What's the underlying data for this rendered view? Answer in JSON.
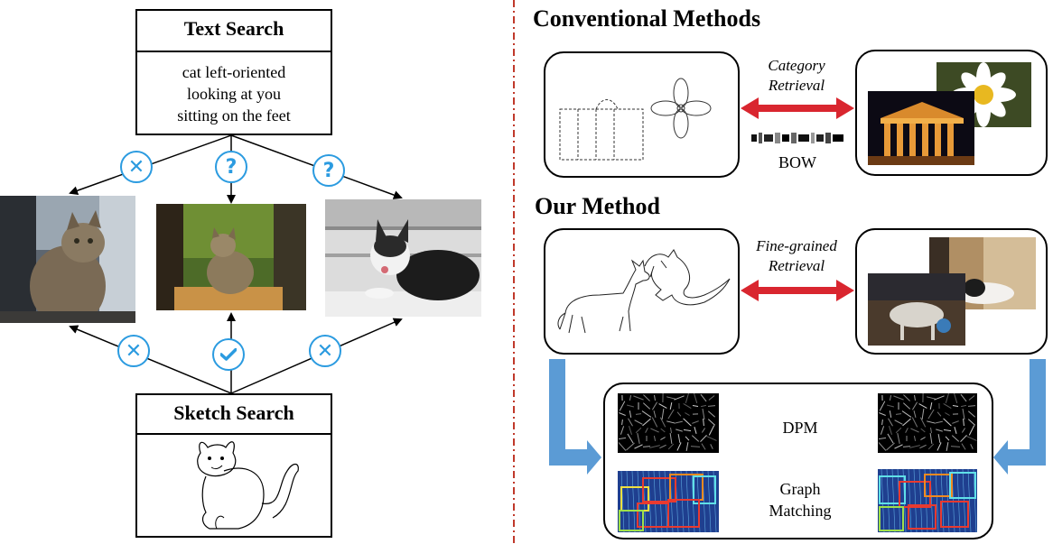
{
  "text_search": {
    "title": "Text Search",
    "lines": [
      "cat left-oriented",
      "looking at you",
      "sitting on the feet"
    ]
  },
  "sketch_search": {
    "title": "Sketch Search"
  },
  "conventional": {
    "heading": "Conventional Methods",
    "arrow_label_1": "Category",
    "arrow_label_2": "Retrieval",
    "bow_label": "BOW"
  },
  "ours": {
    "heading": "Our Method",
    "arrow_label_1": "Fine-grained",
    "arrow_label_2": "Retrieval",
    "dpm_label": "DPM",
    "graph_label_1": "Graph",
    "graph_label_2": "Matching"
  },
  "colors": {
    "badge": "#2b9be0",
    "red_arrow": "#d9262f",
    "blue_arrow": "#5b9bd5",
    "divider": "#c0392b"
  },
  "icons": {
    "top_badges": [
      "cross-icon",
      "question-icon",
      "question-icon"
    ],
    "bottom_badges": [
      "cross-icon",
      "check-icon",
      "cross-icon"
    ]
  }
}
